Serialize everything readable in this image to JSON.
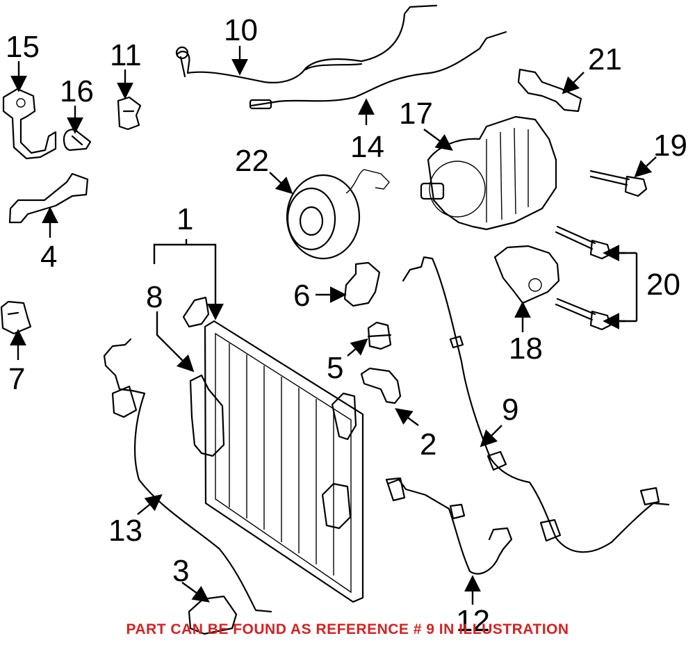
{
  "callouts": {
    "c1": "1",
    "c2": "2",
    "c3": "3",
    "c4": "4",
    "c5": "5",
    "c6": "6",
    "c7": "7",
    "c8": "8",
    "c9": "9",
    "c10": "10",
    "c11": "11",
    "c12": "12",
    "c13": "13",
    "c14": "14",
    "c15": "15",
    "c16": "16",
    "c17": "17",
    "c18": "18",
    "c19": "19",
    "c20": "20",
    "c21": "21",
    "c22": "22"
  },
  "notice": {
    "text": "PART CAN BE FOUND AS REFERENCE # 9 IN ILLUSTRATION",
    "color": "#d32222"
  },
  "icons": {
    "arrowhead": "arrowhead-icon"
  }
}
